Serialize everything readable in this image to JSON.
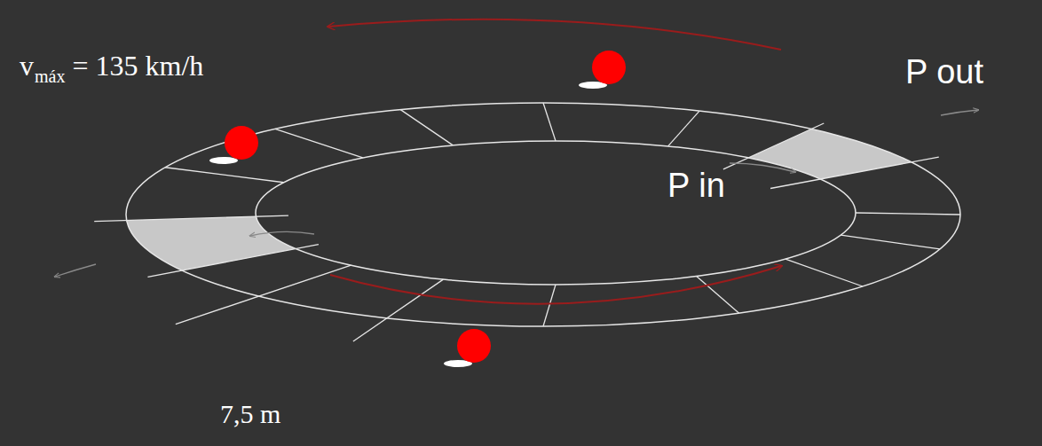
{
  "diagram": {
    "labels": [
      "v",
      "máx",
      "= 135 km/h",
      "P out",
      "P in",
      "7,5 m"
    ]
  }
}
